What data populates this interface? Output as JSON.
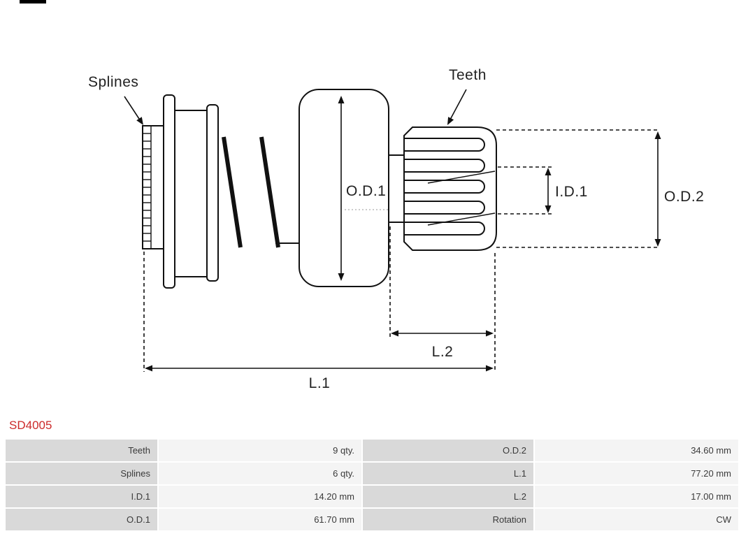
{
  "page": {
    "part_number": "SD4005"
  },
  "diagram": {
    "labels": {
      "splines": "Splines",
      "teeth": "Teeth",
      "od1": "O.D.1",
      "id1": "I.D.1",
      "od2": "O.D.2",
      "l1": "L.1",
      "l2": "L.2"
    }
  },
  "specs_table": {
    "rows": [
      [
        "Teeth",
        "9 qty.",
        "O.D.2",
        "34.60 mm"
      ],
      [
        "Splines",
        "6 qty.",
        "L.1",
        "77.20 mm"
      ],
      [
        "I.D.1",
        "14.20 mm",
        "L.2",
        "17.00 mm"
      ],
      [
        "O.D.1",
        "61.70 mm",
        "Rotation",
        "CW"
      ]
    ]
  },
  "colors": {
    "part_number_red": "#cc2b2b",
    "label_cell_bg": "#d9d9d9",
    "value_cell_bg": "#f4f4f4",
    "line_color": "#111111"
  }
}
